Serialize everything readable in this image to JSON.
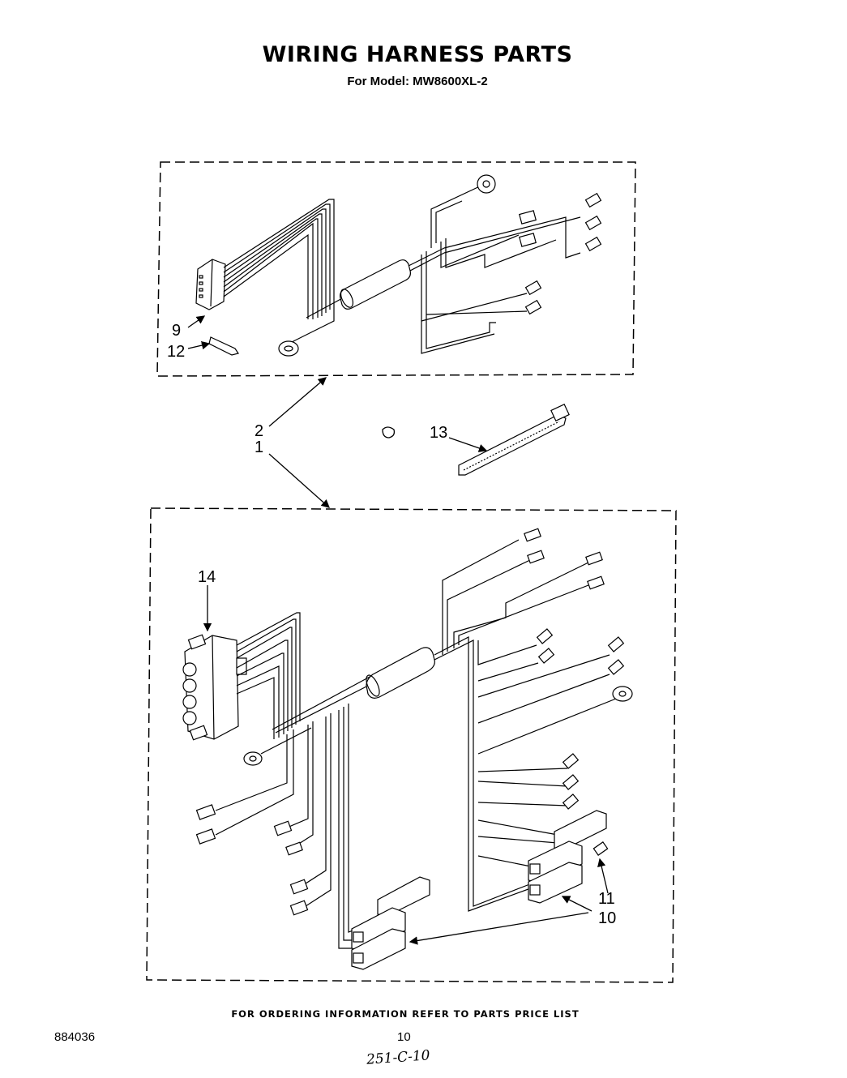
{
  "title": "WIRING HARNESS PARTS",
  "subtitle": "For Model: MW8600XL-2",
  "footer_note": "FOR ORDERING INFORMATION REFER TO PARTS PRICE LIST",
  "doc_number": "884036",
  "page_number": "10",
  "handwritten_note": "251-C-10",
  "callouts": {
    "c1": "1",
    "c2": "2",
    "c9": "9",
    "c10": "10",
    "c11": "11",
    "c12": "12",
    "c13": "13",
    "c14": "14"
  }
}
